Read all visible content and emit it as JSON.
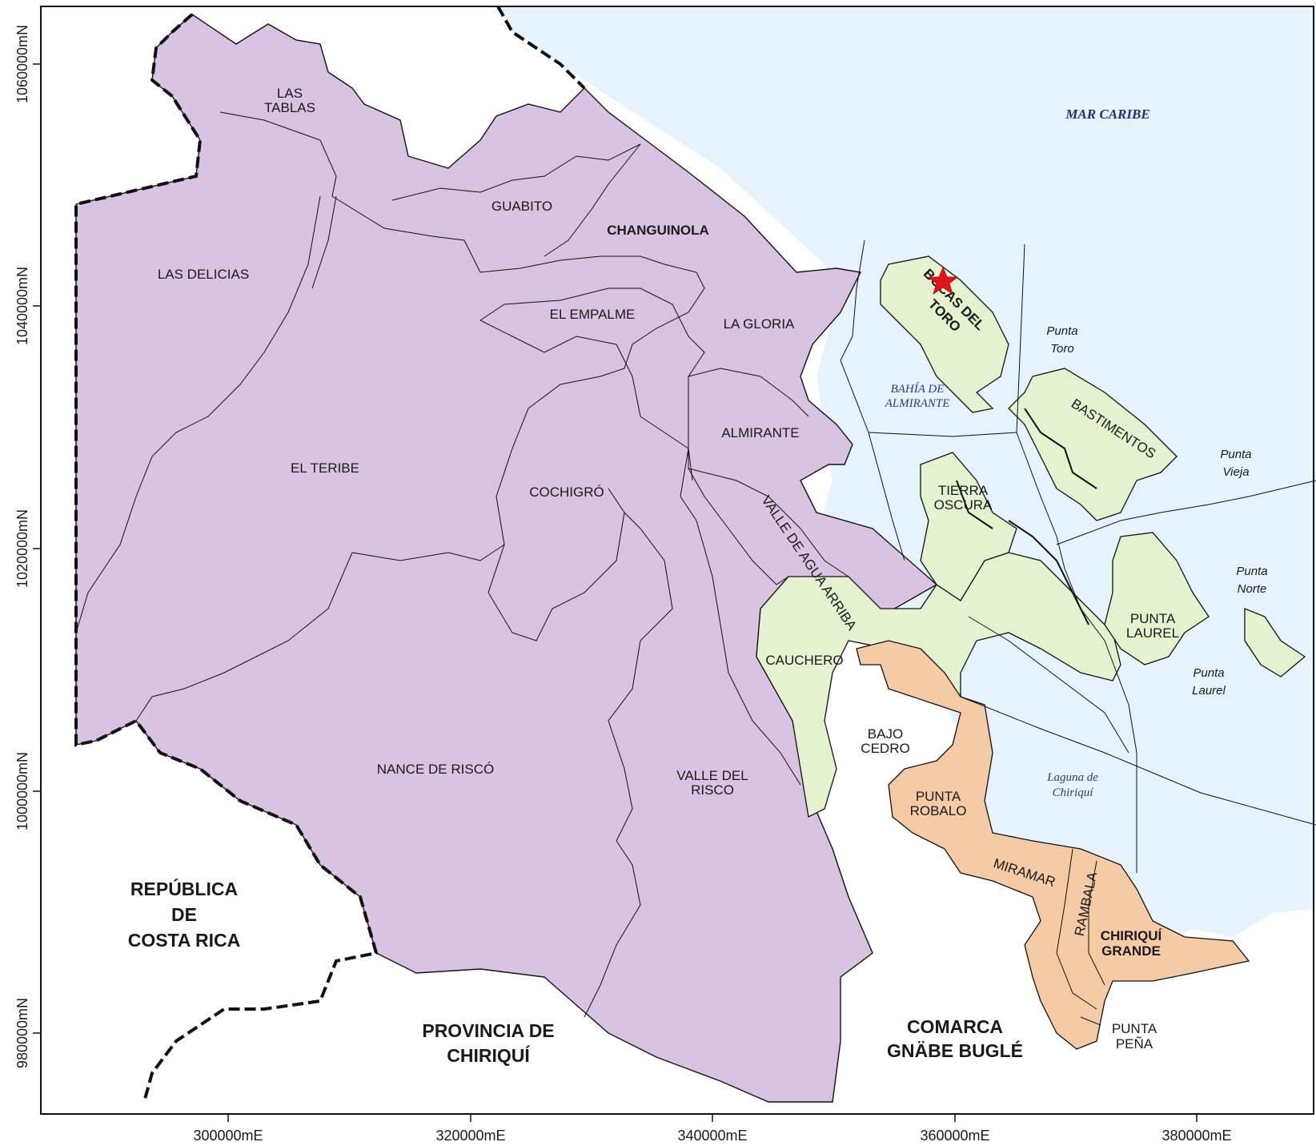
{
  "colors": {
    "sea": "#e6f2fc",
    "land_outside": "#ffffff",
    "changuinola": "#d9c3e2",
    "bocas_del_toro": "#e5f2d0",
    "chiriqui_grande": "#f5cba6",
    "star": "#e0141c"
  },
  "axes": {
    "x_ticks": [
      "300000mE",
      "320000mE",
      "340000mE",
      "360000mE",
      "380000mE"
    ],
    "y_ticks": [
      "1060000mN",
      "1040000mN",
      "1020000mN",
      "1000000mN",
      "980000mN"
    ]
  },
  "labels": {
    "las_tablas": [
      "LAS",
      "TABLAS"
    ],
    "guabito": "GUABITO",
    "changuinola": "CHANGUINOLA",
    "las_delicias": "LAS DELICIAS",
    "el_empalme": "EL EMPALME",
    "la_gloria": "LA GLORIA",
    "el_teribe": "EL TERIBE",
    "cochigro": "COCHIGRÓ",
    "almirante": "ALMIRANTE",
    "valle_agua_arriba": "VALLE DE AGUA ARRIBA",
    "nance_de_risco": "NANCE DE RISCÓ",
    "valle_del_risco": [
      "VALLE DEL",
      "RISCO"
    ],
    "cauchero": "CAUCHERO",
    "bajo_cedro": [
      "BAJO",
      "CEDRO"
    ],
    "punta_robalo": [
      "PUNTA",
      "ROBALO"
    ],
    "miramar": "MIRAMAR",
    "rambala": "RAMBALA",
    "chiriqui_grande": [
      "CHIRIQUÍ",
      "GRANDE"
    ],
    "punta_pena": [
      "PUNTA",
      "PEÑA"
    ],
    "bocas_del_toro": [
      "BOCAS DEL",
      "TORO"
    ],
    "tierra_oscura": [
      "TIERRA",
      "OSCURA"
    ],
    "bastimentos": "BASTIMENTOS",
    "punta_laurel_district": [
      "PUNTA",
      "LAUREL"
    ],
    "costa_rica": [
      "REPÚBLICA",
      "DE",
      "COSTA RICA"
    ],
    "chiriqui_province": [
      "PROVINCIA DE",
      "CHIRIQUÍ"
    ],
    "gnabe_bugle": [
      "COMARCA",
      "GNÄBE BUGLÉ"
    ]
  },
  "water_labels": {
    "mar_caribe": "MAR CARIBE",
    "bahia_almirante": [
      "BAHÍA DE",
      "ALMIRANTE"
    ],
    "laguna_chiriqui": [
      "Laguna de",
      "Chiriquí"
    ]
  },
  "points": {
    "punta_toro": [
      "Punta",
      "Toro"
    ],
    "punta_vieja": [
      "Punta",
      "Vieja"
    ],
    "punta_norte": [
      "Punta",
      "Norte"
    ],
    "punta_laurel": [
      "Punta",
      "Laurel"
    ]
  },
  "icons": {
    "capital": "star-icon"
  }
}
